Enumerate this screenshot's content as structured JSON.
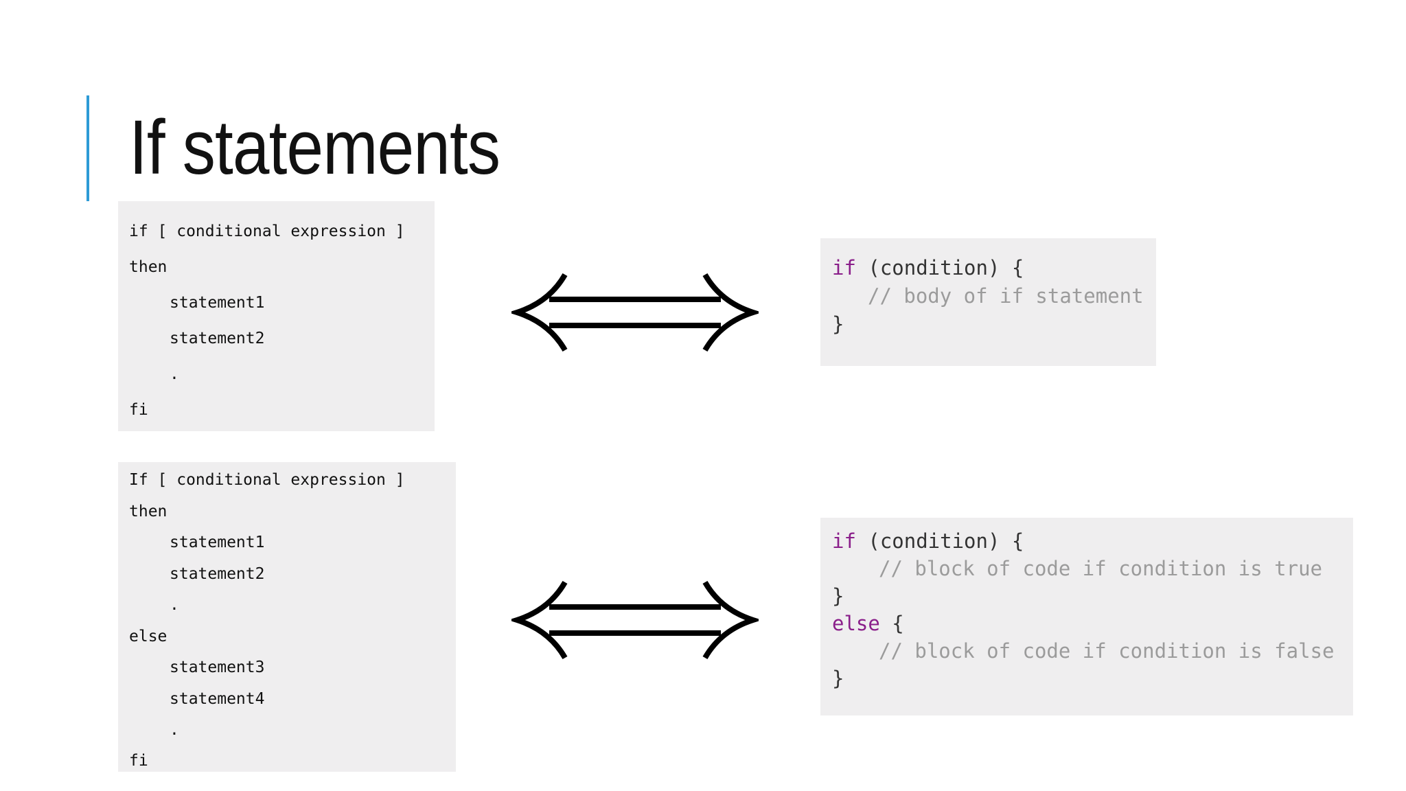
{
  "slide": {
    "title": "If statements",
    "accent_color": "#2e9bd6"
  },
  "bash_if": {
    "lines": [
      "if [ conditional expression ]",
      "then",
      "statement1",
      "statement2",
      ".",
      "fi"
    ]
  },
  "bash_if_else": {
    "lines": [
      "If [ conditional expression ]",
      "then",
      "statement1",
      "statement2",
      ".",
      "else",
      "statement3",
      "statement4",
      ".",
      "fi"
    ]
  },
  "c_if": {
    "kw_if": "if",
    "cond": " (condition) {",
    "comment": "// body of if statement",
    "close": "}"
  },
  "c_if_else": {
    "kw_if": "if",
    "cond": " (condition) {",
    "comment_true": "// block of code if condition is true",
    "close1": "}",
    "kw_else": "else",
    "else_open": " {",
    "comment_false": "// block of code if condition is false",
    "close2": "}"
  },
  "icons": {
    "equivalence": "double-headed-arrow-icon"
  },
  "colors": {
    "code_bg": "#efeeef",
    "keyword": "#8a1e8a",
    "comment": "#9b9b9b"
  }
}
